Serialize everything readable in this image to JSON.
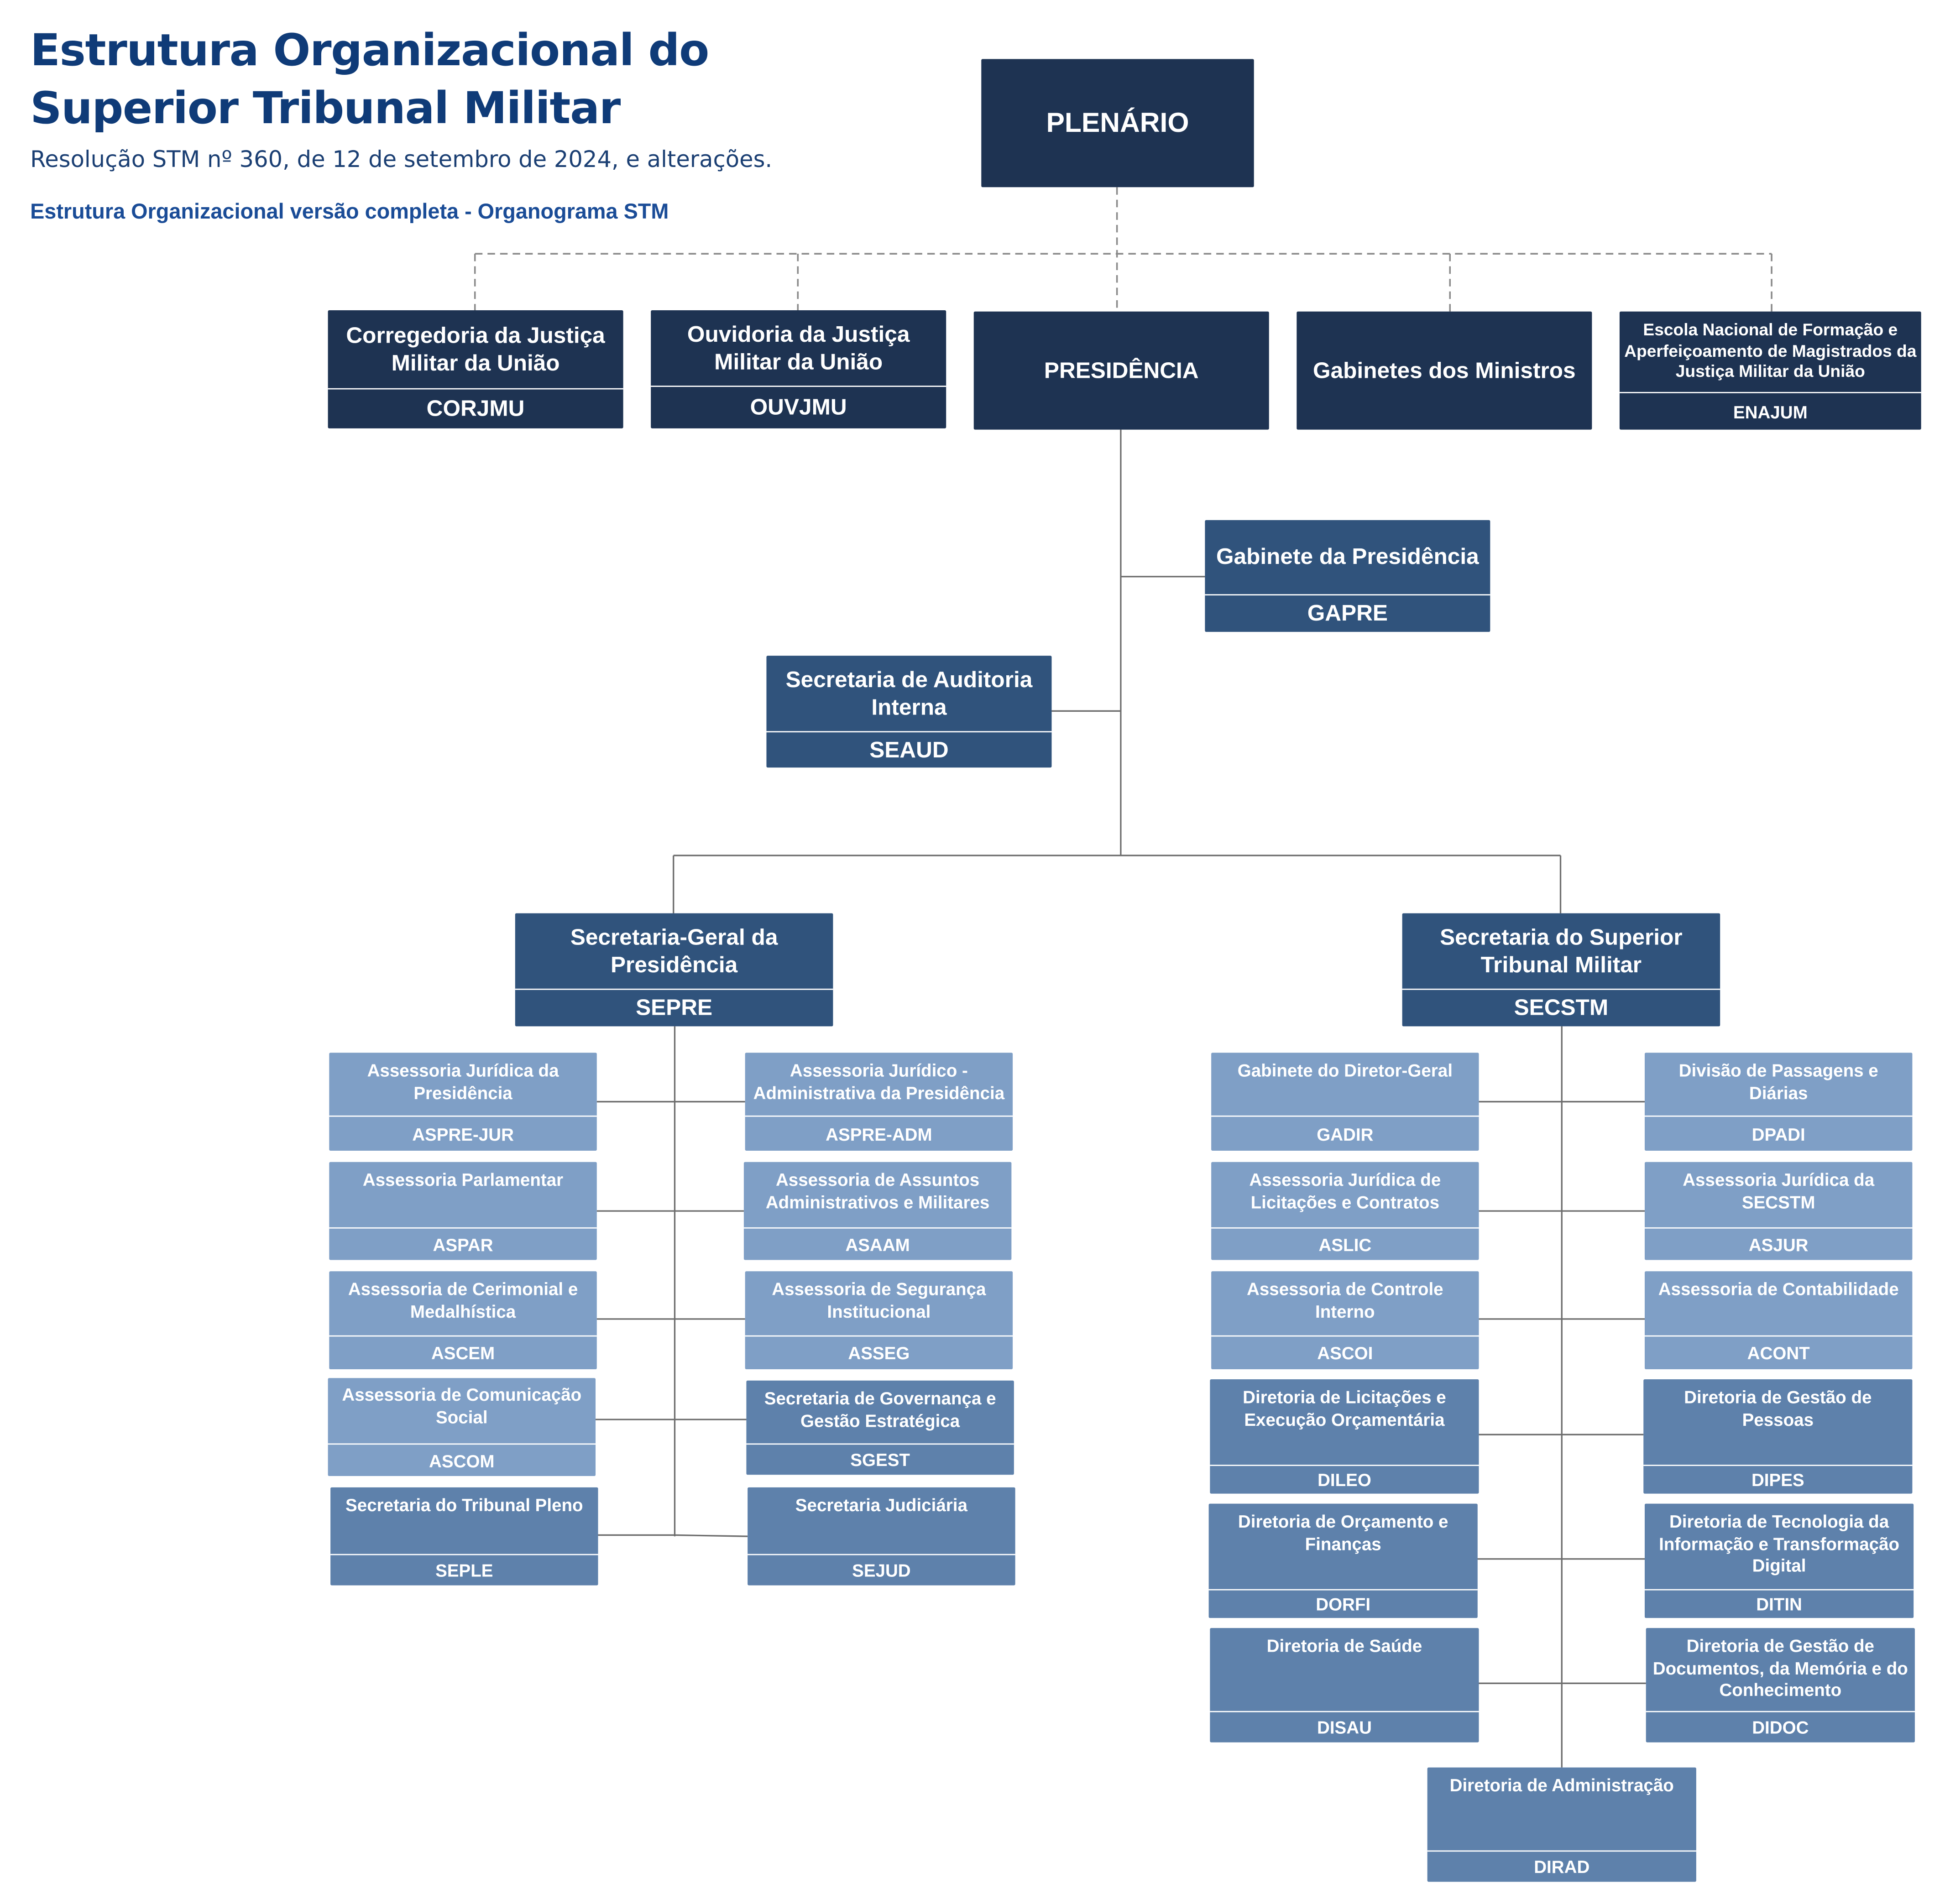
{
  "header": {
    "title": "Estrutura Organizacional do Superior Tribunal Militar",
    "subtitle": "Resolução STM nº 360, de 12 de setembro de 2024, e alterações.",
    "link": "Estrutura Organizacional versão completa - Organograma STM"
  },
  "colors": {
    "title": "#0f3b78",
    "top_level": "#1e3352",
    "second_level": "#30537c",
    "assessoria": "#7f9fc6",
    "diretoria": "#5e81ab",
    "connector": "#555555"
  },
  "top": {
    "plenario": "PLENÁRIO",
    "corjmu": {
      "name": "Corregedoria da Justiça Militar da União",
      "abbr": "CORJMU"
    },
    "ouvjmu": {
      "name": "Ouvidoria  da Justiça Militar da União",
      "abbr": "OUVJMU"
    },
    "presidencia": "PRESIDÊNCIA",
    "gabinetes": "Gabinetes dos Ministros",
    "enajum": {
      "name": "Escola Nacional de Formação e Aperfeiçoamento de Magistrados da Justiça Militar da União",
      "abbr": "ENAJUM"
    }
  },
  "presidency": {
    "gapre": {
      "name": "Gabinete da Presidência",
      "abbr": "GAPRE"
    },
    "seaud": {
      "name": "Secretaria de Auditoria  Interna",
      "abbr": "SEAUD"
    },
    "sepre": {
      "name": "Secretaria-Geral da Presidência",
      "abbr": "SEPRE"
    },
    "secstm": {
      "name": "Secretaria do Superior Tribunal Militar",
      "abbr": "SECSTM"
    }
  },
  "sepre_units": [
    {
      "name": "Assessoria Jurídica da Presidência",
      "abbr": "ASPRE-JUR"
    },
    {
      "name": "Assessoria Jurídico - Administrativa da Presidência",
      "abbr": "ASPRE-ADM"
    },
    {
      "name": "Assessoria Parlamentar",
      "abbr": "ASPAR"
    },
    {
      "name": "Assessoria de Assuntos Administrativos e Militares",
      "abbr": "ASAAM"
    },
    {
      "name": "Assessoria de Cerimonial e Medalhística",
      "abbr": "ASCEM"
    },
    {
      "name": "Assessoria de Segurança Institucional",
      "abbr": "ASSEG"
    },
    {
      "name": "Assessoria de Comunicação Social",
      "abbr": "ASCOM"
    },
    {
      "name": "Secretaria de Governança e Gestão Estratégica",
      "abbr": "SGEST"
    },
    {
      "name": "Secretaria do Tribunal Pleno",
      "abbr": "SEPLE"
    },
    {
      "name": "Secretaria Judiciária",
      "abbr": "SEJUD"
    }
  ],
  "secstm_units": [
    {
      "name": "Gabinete do Diretor-Geral",
      "abbr": "GADIR"
    },
    {
      "name": "Divisão de Passagens e Diárias",
      "abbr": "DPADI"
    },
    {
      "name": "Assessoria Jurídica  de Licitações e Contratos",
      "abbr": "ASLIC"
    },
    {
      "name": "Assessoria Jurídica da SECSTM",
      "abbr": "ASJUR"
    },
    {
      "name": "Assessoria de Controle Interno",
      "abbr": "ASCOI"
    },
    {
      "name": "Assessoria de Contabilidade",
      "abbr": "ACONT"
    },
    {
      "name": "Diretoria de Licitações e Execução Orçamentária",
      "abbr": "DILEO"
    },
    {
      "name": "Diretoria de Gestão de Pessoas",
      "abbr": "DIPES"
    },
    {
      "name": "Diretoria de Orçamento e Finanças",
      "abbr": "DORFI"
    },
    {
      "name": "Diretoria de Tecnologia da Informação e Transformação Digital",
      "abbr": "DITIN"
    },
    {
      "name": "Diretoria de Saúde",
      "abbr": "DISAU"
    },
    {
      "name": "Diretoria de Gestão de Documentos, da Memória e do Conhecimento",
      "abbr": "DIDOC"
    },
    {
      "name": "Diretoria de Administração",
      "abbr": "DIRAD"
    }
  ]
}
